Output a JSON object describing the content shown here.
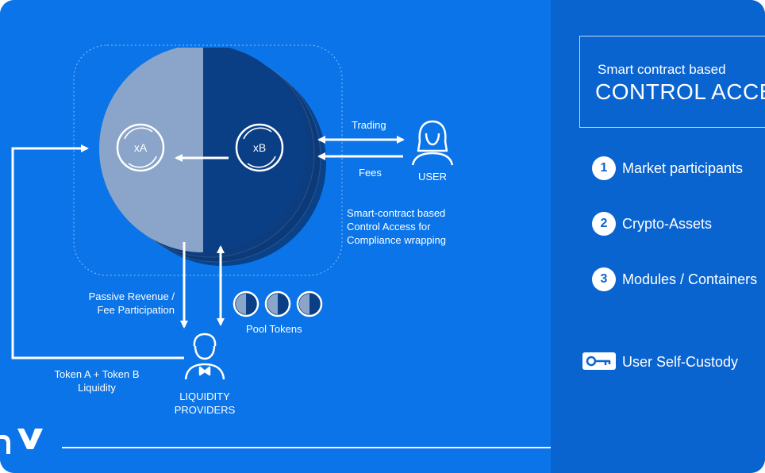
{
  "diagram": {
    "pool_token_a": "xA",
    "pool_token_b": "xB",
    "trading_label": "Trading",
    "fees_label": "Fees",
    "user_label": "USER",
    "compliance_label_lines": [
      "Smart-contract based",
      "Control Access for",
      "Compliance wrapping"
    ],
    "passive_revenue_lines": [
      "Passive Revenue /",
      "Fee Participation"
    ],
    "pool_tokens_label": "Pool Tokens",
    "token_liquidity_lines": [
      "Token A + Token B",
      "Liquidity"
    ],
    "liquidity_providers_lines": [
      "LIQUIDITY",
      "PROVIDERS"
    ]
  },
  "sidebar": {
    "title_small": "Smart contract based",
    "title_big": "CONTROL ACCE",
    "items": [
      {
        "number": "1",
        "label": "Market participants"
      },
      {
        "number": "2",
        "label": "Crypto-Assets"
      },
      {
        "number": "3",
        "label": "Modules / Containers"
      }
    ],
    "custody_label": "User Self-Custody"
  },
  "colors": {
    "background": "#0a74e8",
    "panel": "#0a64d0",
    "pool_dark": "#0a3f86",
    "pool_light": "#8aa5c9",
    "white": "#ffffff"
  },
  "icons": [
    "user-icon",
    "liquidity-provider-icon",
    "key-icon",
    "brand-logo-icon"
  ]
}
